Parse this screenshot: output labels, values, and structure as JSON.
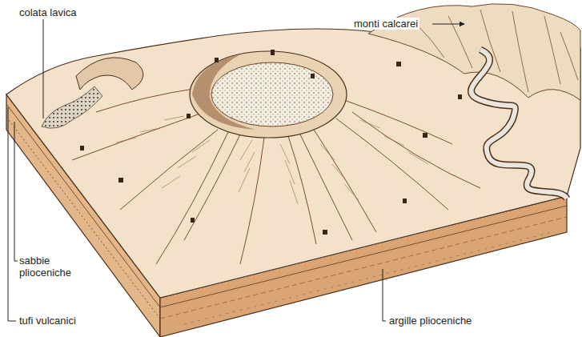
{
  "diagram": {
    "labels": [
      "colata lavica",
      "monti calcarei",
      "sabbie plioceniche",
      "tufi vulcanici",
      "argille plioceniche"
    ]
  }
}
